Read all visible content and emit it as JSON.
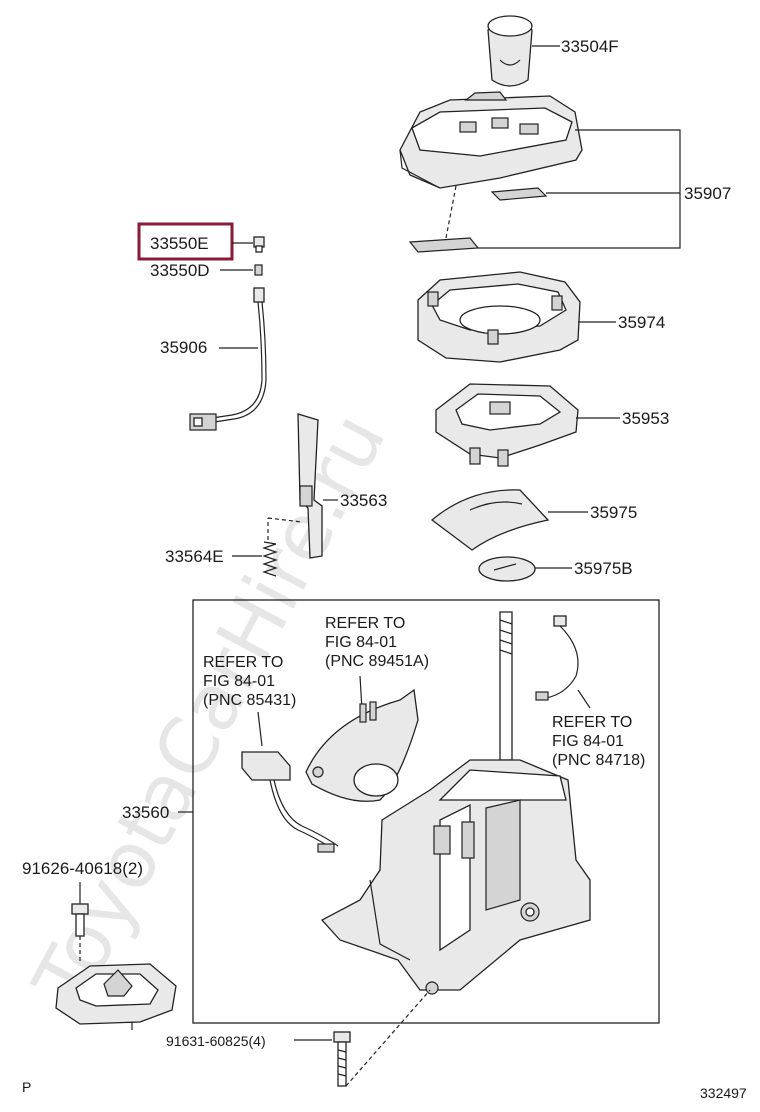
{
  "diagram": {
    "watermark": "ToyotaCarHire.ru",
    "corner_left": "P",
    "corner_right": "332497",
    "highlight_color": "#8b1a3a",
    "labels": {
      "p33504F": "33504F",
      "p35907": "35907",
      "p33550E": "33550E",
      "p33550D": "33550D",
      "p35906": "35906",
      "p35974": "35974",
      "p35953": "35953",
      "p33563": "33563",
      "p35975": "35975",
      "p33564E": "33564E",
      "p35975B": "35975B",
      "p33560": "33560",
      "p91626": "91626-40618(2)",
      "p91631": "91631-60825(4)"
    },
    "refs": {
      "ref1": [
        "REFER TO",
        "FIG  84-01",
        "(PNC 89451A)"
      ],
      "ref2": [
        "REFER TO",
        "FIG  84-01",
        "(PNC 85431)"
      ],
      "ref3": [
        "REFER TO",
        "FIG  84-01",
        "(PNC 84718)"
      ]
    }
  }
}
